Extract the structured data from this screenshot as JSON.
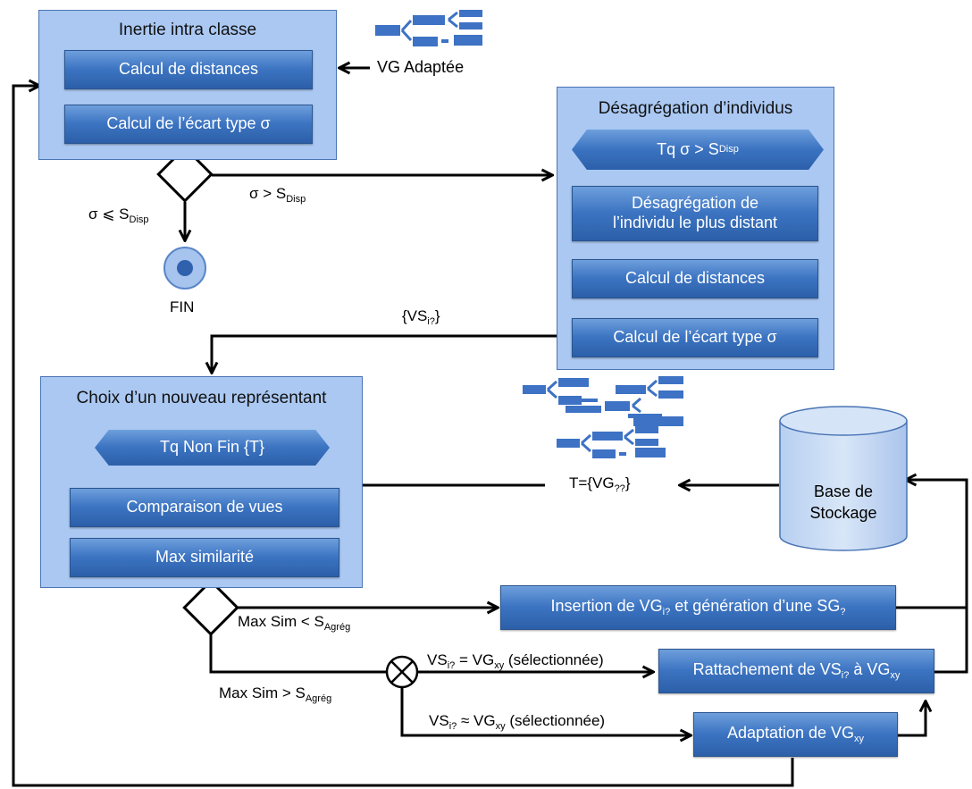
{
  "inertie": {
    "title": "Inertie intra classe",
    "btn_distances": "Calcul de distances",
    "btn_ecart": "Calcul de l’écart type σ"
  },
  "vg_adaptee": "VG Adaptée",
  "desagregation": {
    "title": "Désagrégation d’individus",
    "tq_prefix": "Tq  σ > S",
    "tq_sub": "Disp",
    "btn_desag_line1": "Désagrégation de",
    "btn_desag_line2": "l’individu le plus distant",
    "btn_distances": "Calcul de distances",
    "btn_ecart": "Calcul de  l’écart type σ"
  },
  "cond_leq": {
    "prefix": "σ ⩽ S",
    "sub": "Disp"
  },
  "cond_gt": {
    "prefix": "σ > S",
    "sub": "Disp"
  },
  "fin": "FIN",
  "vs_set": {
    "prefix": "{VS",
    "sub": "i?",
    "suffix": "}"
  },
  "choix": {
    "title": "Choix d’un nouveau représentant",
    "tq": "Tq Non Fin {T}",
    "btn_comparaison": "Comparaison de vues",
    "btn_max": "Max similarité"
  },
  "t_set": {
    "prefix": "T={VG",
    "sub": "??",
    "suffix": "}"
  },
  "base": {
    "line1": "Base de",
    "line2": "Stockage"
  },
  "max_lt": {
    "prefix": "Max Sim < S",
    "sub": "Agrég"
  },
  "max_gt": {
    "prefix": "Max Sim > S",
    "sub": "Agrég"
  },
  "insertion": {
    "p1": "Insertion de VG",
    "s1": "i?",
    "p2": " et génération d’une SG",
    "s2": "?"
  },
  "rattachement": {
    "p1": "Rattachement de VS",
    "s1": "i?",
    "p2": " à VG",
    "s2": "xy"
  },
  "adaptation": {
    "p1": "Adaptation de VG",
    "s1": "xy"
  },
  "sel_eq": {
    "p1": "VS",
    "s1": "i?",
    "p2": " = VG",
    "s2": "xy",
    "p3": " (sélectionnée)"
  },
  "sel_approx": {
    "p1": "VS",
    "s1": "i?",
    "p2": " ≈ VG",
    "s2": "xy",
    "p3": " (sélectionnée)"
  },
  "colors": {
    "panel": "#aac8f2",
    "button": "#3c74c2",
    "legend": "#3d72c4"
  }
}
